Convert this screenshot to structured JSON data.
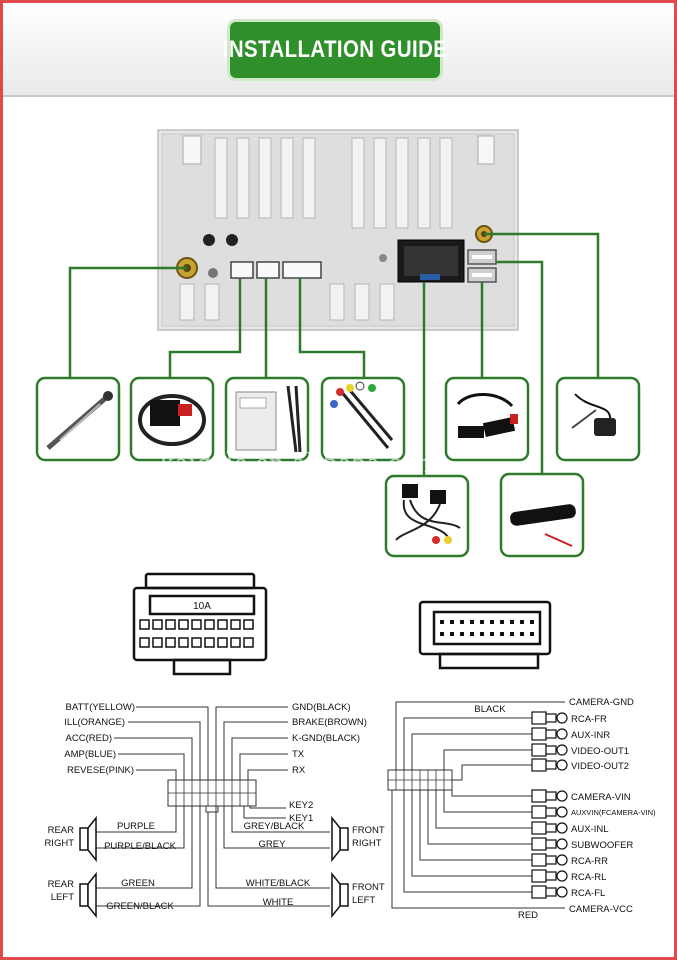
{
  "header": {
    "title": "INSTALLATION GUIDE"
  },
  "watermark": "kaigele.en.alibaba.com",
  "connector_left": {
    "fuse_label": "10A"
  },
  "wiring_left": {
    "left_labels": [
      "BATT(YELLOW)",
      "ILL(ORANGE)",
      "ACC(RED)",
      "AMP(BLUE)",
      "REVESE(PINK)"
    ],
    "right_labels": [
      "GND(BLACK)",
      "BRAKE(BROWN)",
      "K-GND(BLACK)",
      "TX",
      "RX"
    ],
    "key_labels": [
      "KEY2",
      "KEY1"
    ],
    "rear_right": {
      "line1": "REAR",
      "line2": "RIGHT",
      "wire_top": "PURPLE",
      "wire_bottom": "PURPLE/BLACK"
    },
    "rear_left": {
      "line1": "REAR",
      "line2": "LEFT",
      "wire_top": "GREEN",
      "wire_bottom": "GREEN/BLACK"
    },
    "front_right": {
      "line1": "FRONT",
      "line2": "RIGHT",
      "wire_top": "GREY/BLACK",
      "wire_bottom": "GREY"
    },
    "front_left": {
      "line1": "FRONT",
      "line2": "LEFT",
      "wire_top": "WHITE/BLACK",
      "wire_bottom": "WHITE"
    }
  },
  "wiring_right": {
    "top_wire": "BLACK",
    "bottom_wire": "RED",
    "top_label": "CAMERA-GND",
    "bottom_label": "CAMERA-VCC",
    "jack_labels": [
      "RCA-FR",
      "AUX-INR",
      "VIDEO-OUT1",
      "VIDEO-OUT2",
      "CAMERA-VIN",
      "AUXVIN(FCAMERA-VIN)",
      "AUX-INL",
      "SUBWOOFER",
      "RCA-RR",
      "RCA-RL",
      "RCA-FL"
    ]
  },
  "colors": {
    "accent_green": "#2f8f2a",
    "wire_green": "#2d7a2d",
    "border_red": "#e04a4a"
  }
}
